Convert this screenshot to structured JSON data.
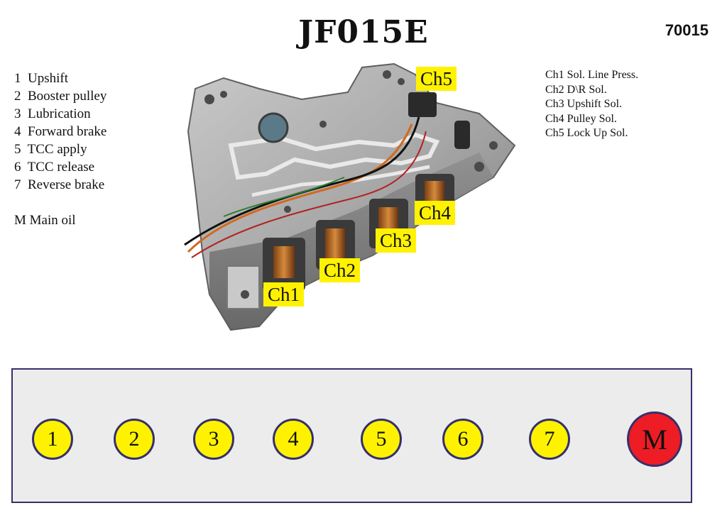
{
  "title": "JF015E",
  "code": "70015",
  "ports_legend": [
    "1  Upshift",
    "2  Booster pulley",
    "3  Lubrication",
    "4  Forward brake",
    "5  TCC apply",
    "6  TCC release",
    "7  Reverse brake"
  ],
  "main_legend": "M Main oil",
  "solenoid_legend": [
    "Ch1 Sol. Line Press.",
    "Ch2 D\\R Sol.",
    "Ch3 Upshift Sol.",
    "Ch4 Pulley Sol.",
    "Ch5 Lock Up Sol."
  ],
  "tags": {
    "ch1": "Ch1",
    "ch2": "Ch2",
    "ch3": "Ch3",
    "ch4": "Ch4",
    "ch5": "Ch5"
  },
  "ports": [
    "1",
    "2",
    "3",
    "4",
    "5",
    "6",
    "7",
    "M"
  ],
  "colors": {
    "port_fill": "#fff200",
    "main_fill": "#ee1c24",
    "outline": "#34306c",
    "panel": "#ececec",
    "tag": "#fff200"
  }
}
